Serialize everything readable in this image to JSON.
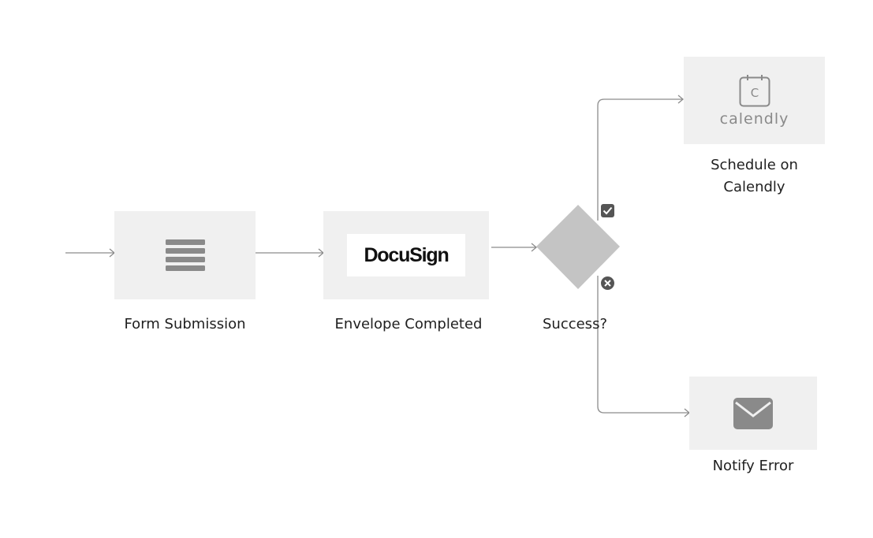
{
  "nodes": {
    "form": {
      "label": "Form Submission",
      "icon": "form-lines-icon"
    },
    "docusign": {
      "label": "Envelope Completed",
      "logo_text": "DocuSign",
      "icon": "docusign-logo"
    },
    "decision": {
      "label": "Success?",
      "icon": "diamond-decision"
    },
    "calendly": {
      "label_line1": "Schedule on",
      "label_line2": "Calendly",
      "logo_text": "calendly",
      "calendar_letter": "C",
      "icon": "calendar-icon"
    },
    "error": {
      "label": "Notify Error",
      "icon": "envelope-icon"
    }
  },
  "branches": {
    "success_icon": "check-square-icon",
    "failure_icon": "x-circle-icon"
  },
  "colors": {
    "node_bg": "#f0f0f0",
    "connector": "#8c8c8c",
    "diamond": "#c4c4c4",
    "icon_dark": "#555555",
    "icon_mid": "#8a8a8a"
  }
}
